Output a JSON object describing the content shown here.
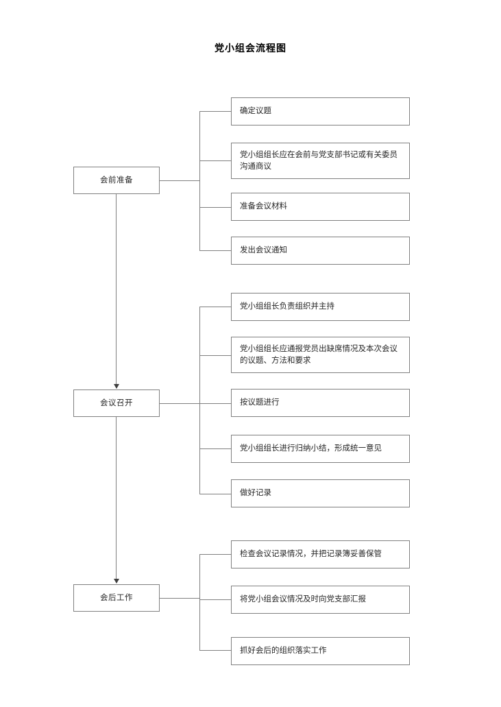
{
  "document": {
    "title": "党小组会流程图"
  },
  "flowchart": {
    "type": "process-flow",
    "orientation": "vertical-with-horizontal-branches",
    "line_color": "#7f7f7f",
    "box_fill": "#ffffff",
    "text_color": "#262626",
    "stages": [
      {
        "id": "pre-meeting",
        "label": "会前准备",
        "tasks": [
          {
            "id": "task-1-1",
            "text": "确定议题"
          },
          {
            "id": "task-1-2",
            "text": "党小组组长应在会前与党支部书记或有关委员沟通商议"
          },
          {
            "id": "task-1-3",
            "text": "准备会议材料"
          },
          {
            "id": "task-1-4",
            "text": "发出会议通知"
          }
        ]
      },
      {
        "id": "meeting",
        "label": "会议召开",
        "tasks": [
          {
            "id": "task-2-1",
            "text": "党小组组长负责组织并主持"
          },
          {
            "id": "task-2-2",
            "text": "党小组组长应通报党员出缺席情况及本次会议的议题、方法和要求"
          },
          {
            "id": "task-2-3",
            "text": "按议题进行"
          },
          {
            "id": "task-2-4",
            "text": "党小组组长进行归纳小结，形成统一意见"
          },
          {
            "id": "task-2-5",
            "text": "做好记录"
          }
        ]
      },
      {
        "id": "post-meeting",
        "label": "会后工作",
        "tasks": [
          {
            "id": "task-3-1",
            "text": "检查会议记录情况，并把记录簿妥善保管"
          },
          {
            "id": "task-3-2",
            "text": "将党小组会议情况及时向党支部汇报"
          },
          {
            "id": "task-3-3",
            "text": "抓好会后的组织落实工作"
          }
        ]
      }
    ]
  }
}
